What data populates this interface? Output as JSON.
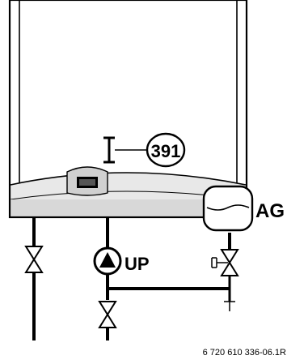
{
  "labels": {
    "callout_number": "391",
    "pump": "UP",
    "expansion_vessel": "AG",
    "figure_code": "6 720 610 336-06.1R"
  },
  "colors": {
    "line": "#000000",
    "panel_light": "#ececec",
    "panel_mid": "#d2d2d2",
    "background": "#ffffff"
  }
}
